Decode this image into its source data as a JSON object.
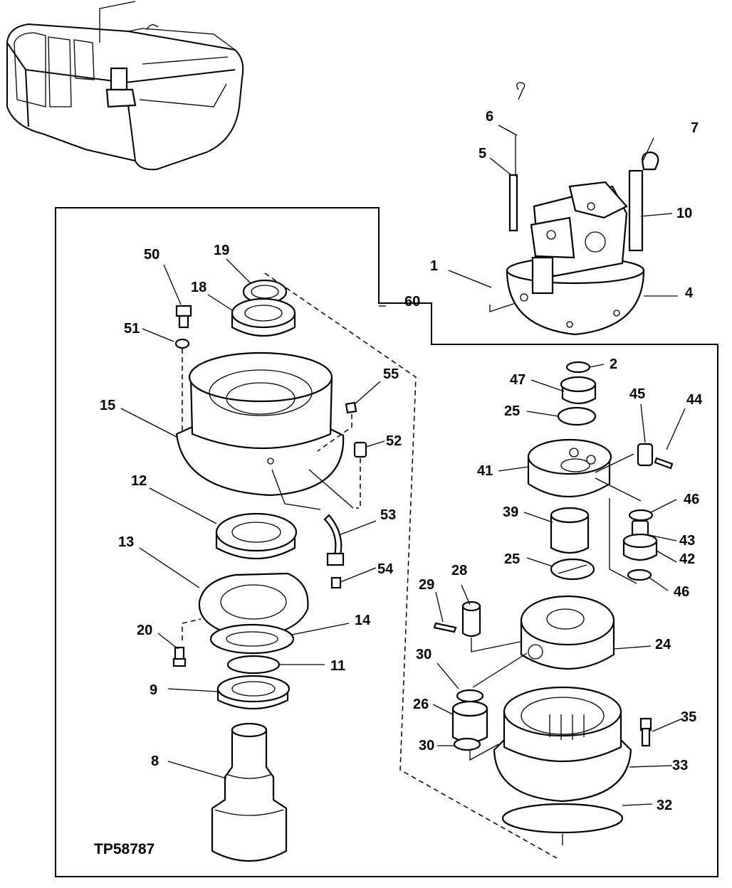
{
  "figure": {
    "reference": "TP58787",
    "callouts": [
      {
        "num": "1"
      },
      {
        "num": "2"
      },
      {
        "num": "4"
      },
      {
        "num": "5"
      },
      {
        "num": "6"
      },
      {
        "num": "7"
      },
      {
        "num": "8"
      },
      {
        "num": "9"
      },
      {
        "num": "10"
      },
      {
        "num": "11"
      },
      {
        "num": "12"
      },
      {
        "num": "13"
      },
      {
        "num": "14"
      },
      {
        "num": "15"
      },
      {
        "num": "18"
      },
      {
        "num": "19"
      },
      {
        "num": "20"
      },
      {
        "num": "24"
      },
      {
        "num": "25"
      },
      {
        "num": "25"
      },
      {
        "num": "26"
      },
      {
        "num": "28"
      },
      {
        "num": "29"
      },
      {
        "num": "30"
      },
      {
        "num": "30"
      },
      {
        "num": "32"
      },
      {
        "num": "33"
      },
      {
        "num": "35"
      },
      {
        "num": "39"
      },
      {
        "num": "41"
      },
      {
        "num": "42"
      },
      {
        "num": "43"
      },
      {
        "num": "44"
      },
      {
        "num": "45"
      },
      {
        "num": "46"
      },
      {
        "num": "46"
      },
      {
        "num": "47"
      },
      {
        "num": "50"
      },
      {
        "num": "51"
      },
      {
        "num": "52"
      },
      {
        "num": "53"
      },
      {
        "num": "54"
      },
      {
        "num": "55"
      },
      {
        "num": "60"
      }
    ]
  }
}
